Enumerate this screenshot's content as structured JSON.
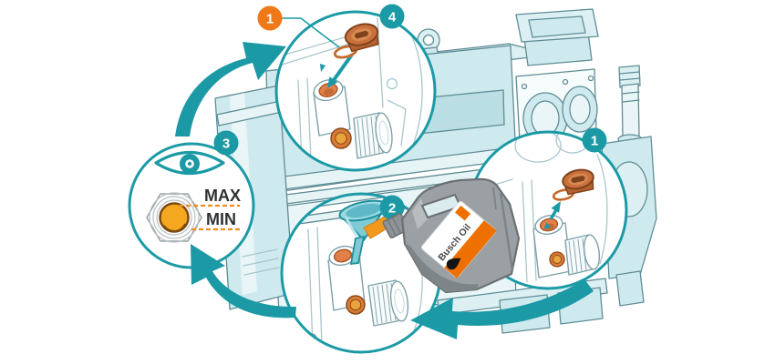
{
  "colors": {
    "teal": "#1b9aa6",
    "tealDeep": "#178e9a",
    "outline": "#5f8d96",
    "lineLight": "#a9c6cd",
    "lineFaint": "#c3dde2",
    "bodyFill": "#cfeaee",
    "bodyTop": "#dcf0f3",
    "bodyLight": "#e9f5f7",
    "bodyPale": "#f6fbfc",
    "recess": "#b9dfe5",
    "rail": "#e6f4f6",
    "badgeOrange": "#ef7918",
    "plug": "#c9713c",
    "plugTop": "#d98a50",
    "plugDark": "#7e421d",
    "port": "#e2804a",
    "portDeep": "#c46a35",
    "portRim": "#a85422",
    "oring": "#d87f3e",
    "ringOrange": "#d97a36",
    "ringDark": "#8a4a1a",
    "amberSmall": "#e9a43c",
    "amber": "#f5a81f",
    "amberRim": "#7a4a12",
    "dashOrange": "#f08c1e",
    "oil": "#f2991d",
    "funnel": "#7ecbd6",
    "funnelDeep": "#5fb8c6",
    "funnelRim": "#9ad8e2",
    "funnelEdge": "#1f8f9c",
    "bottle": "#9aa0a3",
    "bottleEdge": "#6a7073",
    "bottleShade": "#7e8588",
    "bottleCap": "#8d9396",
    "labelOrange": "#ee7000",
    "grayRing": "#97a1a4",
    "grayRingLight": "#b9c0c3",
    "textDark": "#2f3233",
    "labelText": "#474747",
    "holeFill": "#dcebee"
  },
  "badges": [
    {
      "id": "fit-plug",
      "label": "1",
      "color": "orange"
    },
    {
      "id": "refit-plug",
      "label": "4",
      "color": "teal"
    },
    {
      "id": "open-plug",
      "label": "1",
      "color": "teal"
    },
    {
      "id": "fill-oil",
      "label": "2",
      "color": "teal"
    },
    {
      "id": "check-level",
      "label": "3",
      "color": "teal"
    }
  ],
  "sight_glass": {
    "max_label": "MAX",
    "min_label": "MIN"
  },
  "oil_bottle": {
    "label": "Busch Oil"
  },
  "icons": {
    "eye": "eye-icon",
    "funnel": "funnel-icon",
    "cycle_arrows": "cycle-arrow-icon",
    "oil_drop": "oil-drop-icon",
    "sight_glass": "sight-glass-icon",
    "oil_plug": "oil-fill-plug-icon",
    "o_ring": "o-ring-icon"
  }
}
